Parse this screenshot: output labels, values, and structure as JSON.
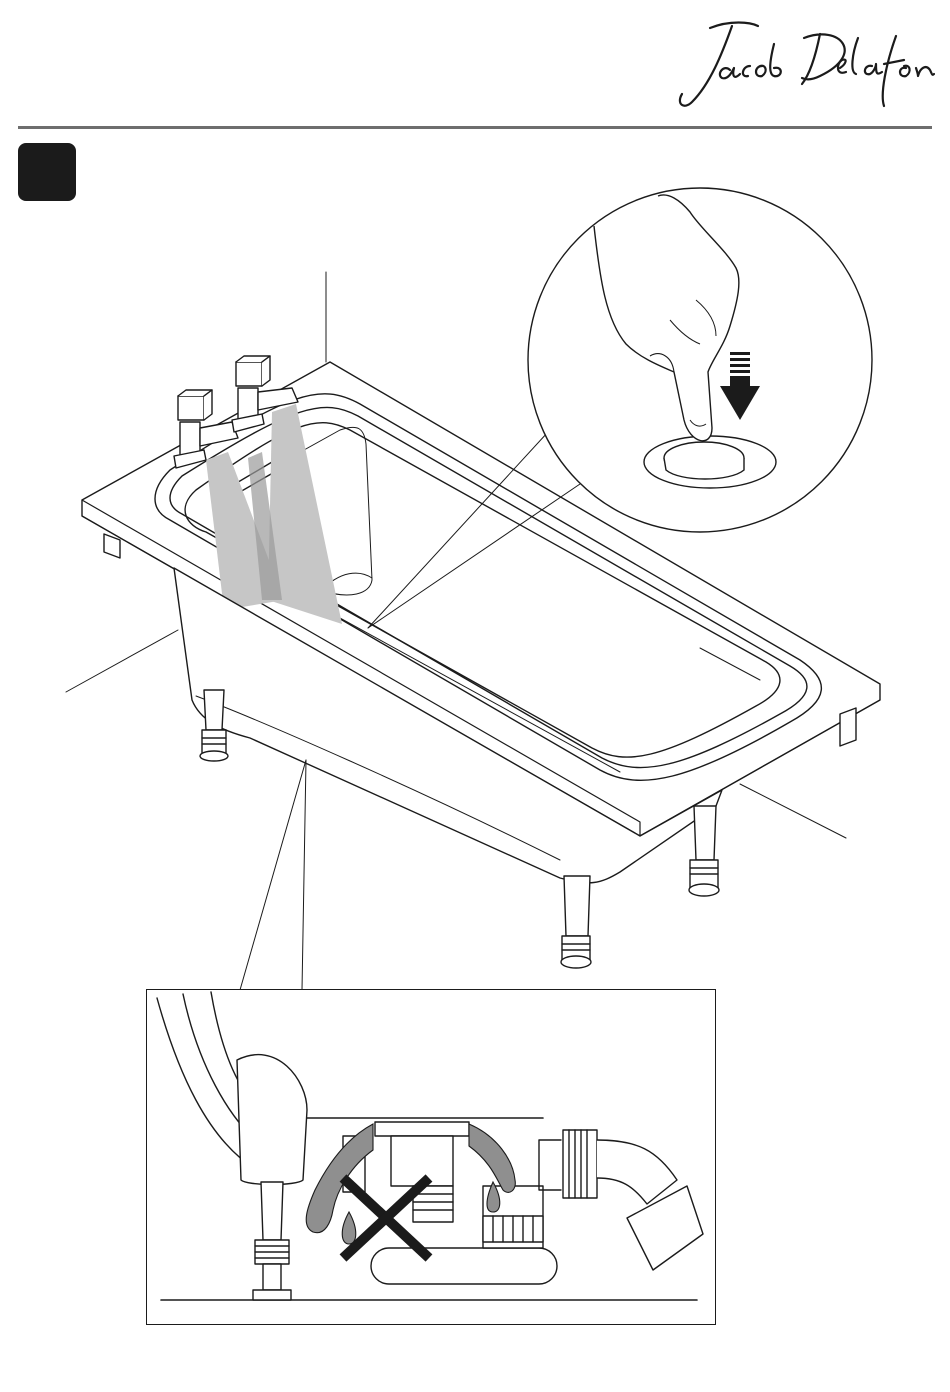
{
  "brand": {
    "name": "Jacob Delafon",
    "style": "handwritten-signature-logo"
  },
  "step": {
    "number": ""
  },
  "colors": {
    "ink": "#1b1b1b",
    "rule": "#6e6e6e",
    "water": "#9a9a9a",
    "water_light": "#c6c6c6",
    "paper": "#ffffff"
  },
  "illustration": {
    "subject": "bathtub-install-step",
    "zoom_callout": "press-pop-up-drain-plug",
    "detail_callout": "leaking-drain-waste-trap",
    "mark": "x-mark-forbidden"
  }
}
